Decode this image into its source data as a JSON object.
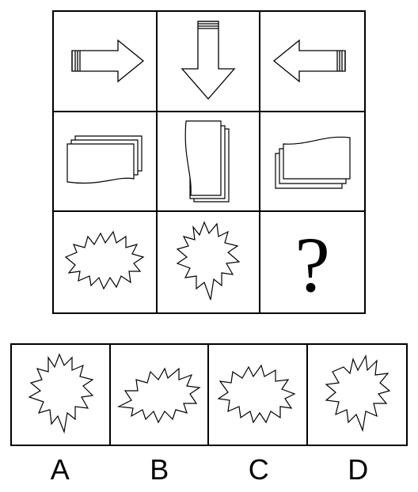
{
  "puzzle": {
    "grid": [
      [
        "arrow-right-icon",
        "arrow-down-icon",
        "arrow-left-icon"
      ],
      [
        "card-stack-wide-icon",
        "card-stack-tall-icon",
        "card-stack-wide-icon"
      ],
      [
        "starburst-icon",
        "starburst-icon",
        "question-mark"
      ]
    ],
    "question_mark": "?"
  },
  "options": [
    {
      "letter": "A",
      "icon": "starburst-icon"
    },
    {
      "letter": "B",
      "icon": "starburst-icon"
    },
    {
      "letter": "C",
      "icon": "starburst-icon"
    },
    {
      "letter": "D",
      "icon": "starburst-icon"
    }
  ]
}
